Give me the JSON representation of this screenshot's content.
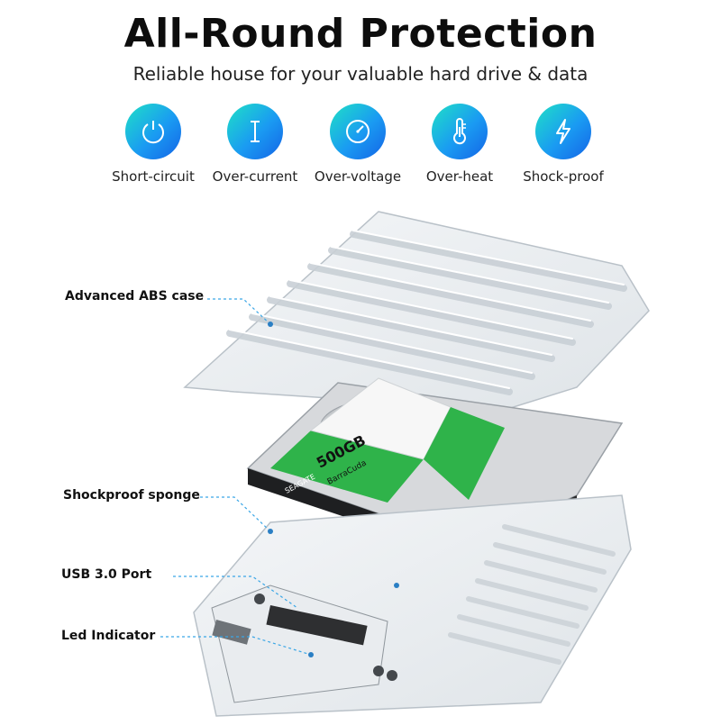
{
  "header": {
    "title": "All-Round Protection",
    "subtitle": "Reliable house for your valuable hard drive & data"
  },
  "features": [
    {
      "label": "Short-circuit",
      "icon": "power-icon"
    },
    {
      "label": "Over-current",
      "icon": "current-icon"
    },
    {
      "label": "Over-voltage",
      "icon": "gauge-icon"
    },
    {
      "label": "Over-heat",
      "icon": "thermometer-icon"
    },
    {
      "label": "Shock-proof",
      "icon": "lightning-icon"
    }
  ],
  "colors": {
    "icon_gradient_start": "#1fe0c6",
    "icon_gradient_end": "#1463e6",
    "drive_label_green": "#2fb34a",
    "callout_line": "#3aa6e6"
  },
  "callouts": {
    "case": "Advanced ABS case",
    "sponge": "Shockproof sponge",
    "port": "USB 3.0 Port",
    "led": "Led Indicator"
  },
  "drive": {
    "capacity": "500GB",
    "model": "BarraCuda",
    "brand": "SEAGATE"
  }
}
